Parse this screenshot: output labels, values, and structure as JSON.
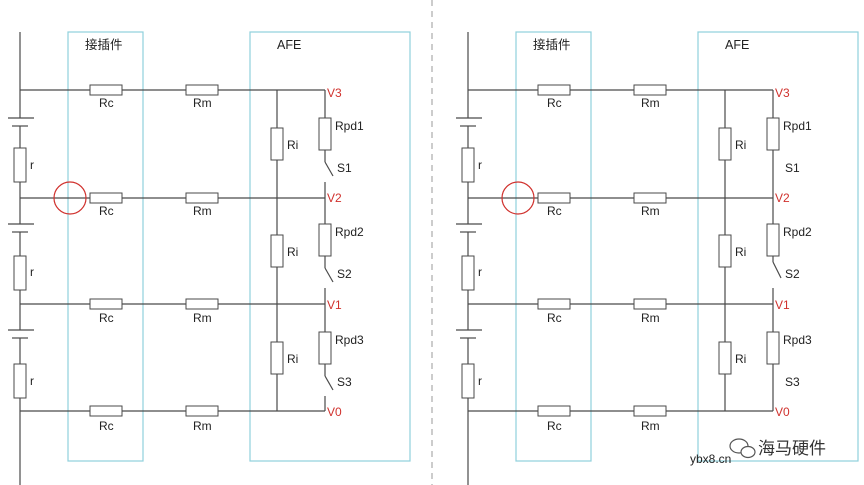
{
  "panels": [
    {
      "connector_label": "接插件",
      "afe_label": "AFE",
      "rc_label": "Rc",
      "rm_label": "Rm",
      "ri_label": "Ri",
      "r_label": "r",
      "nodes": [
        "V3",
        "V2",
        "V1",
        "V0"
      ],
      "rpd": [
        "Rpd1",
        "Rpd2",
        "Rpd3"
      ],
      "switches": [
        "S1",
        "S2",
        "S3"
      ]
    },
    {
      "connector_label": "接插件",
      "afe_label": "AFE",
      "rc_label": "Rc",
      "rm_label": "Rm",
      "ri_label": "Ri",
      "r_label": "r",
      "nodes": [
        "V3",
        "V2",
        "V1",
        "V0"
      ],
      "rpd": [
        "Rpd1",
        "Rpd2",
        "Rpd3"
      ],
      "switches": [
        "S1",
        "S2",
        "S3"
      ]
    }
  ],
  "watermark": {
    "brand": "海马硬件",
    "site": "ybx8.cn"
  },
  "colors": {
    "wire": "#4a4a4a",
    "box": "#8fd0dc",
    "node_label": "#d0312d",
    "divider": "#999999"
  }
}
